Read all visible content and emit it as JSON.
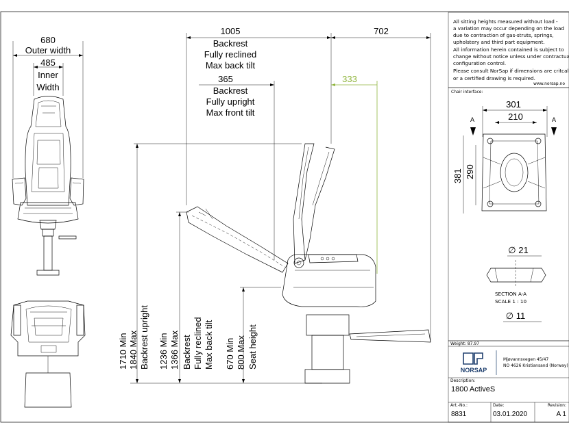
{
  "front_view": {
    "outer_value": "680",
    "outer_label": "Outer width",
    "inner_value": "485",
    "inner_label_1": "Inner",
    "inner_label_2": "Width"
  },
  "side_view": {
    "top_dim": "1005",
    "right_dim": "702",
    "reclined": [
      "Backrest",
      "Fully reclined",
      "Max back tilt"
    ],
    "upright_dim": "365",
    "upright": [
      "Backrest",
      "Fully upright",
      "Max front tilt"
    ],
    "green_dim": "333",
    "v1": [
      "1710 Min",
      "1840 Max",
      "Backrest upright"
    ],
    "v2": [
      "1236 Min",
      "1366 Max",
      "Backrest",
      "Fully reclined",
      "Max back tilt"
    ],
    "v3": [
      "670 Min",
      "800 Max",
      "Seat height"
    ]
  },
  "notes": {
    "lines": [
      "All sitting heights measured without load -",
      "a variation may occur depending on the load",
      "due to contraction of gas-struts, springs,",
      "upholstery and third part equipment.",
      "All information herein contained is subject to",
      "change without notice unless under contractual",
      "configuration control.",
      "Please consult NorSap if dimensions are critcal",
      "or a certified drawing is required."
    ],
    "website": "www.norsap.no"
  },
  "interface": {
    "label": "Chair interface:",
    "w_outer": "301",
    "w_inner": "210",
    "h_outer": "381",
    "h_inner": "290",
    "section_mark": "A",
    "d1": "∅ 21",
    "section_line1": "SECTION A-A",
    "section_line2": "SCALE 1 : 10",
    "d2": "∅ 11"
  },
  "title_block": {
    "weight": "Weight: 87.97",
    "brand": "NORSAP",
    "address_1": "Mjøvannsvegen 45/47",
    "address_2": "NO 4626  Kristiansand (Norway)",
    "description_label": "Description:",
    "description": "1800 ActiveS",
    "art_label": "Art.-No.:",
    "art_no": "8831",
    "date_label": "Date:",
    "date": "03.01.2020",
    "revision_label": "Revision:",
    "revision": "A 1"
  },
  "colors": {
    "accent_dim": "#8fb43c",
    "brand": "#1f3f6e"
  }
}
